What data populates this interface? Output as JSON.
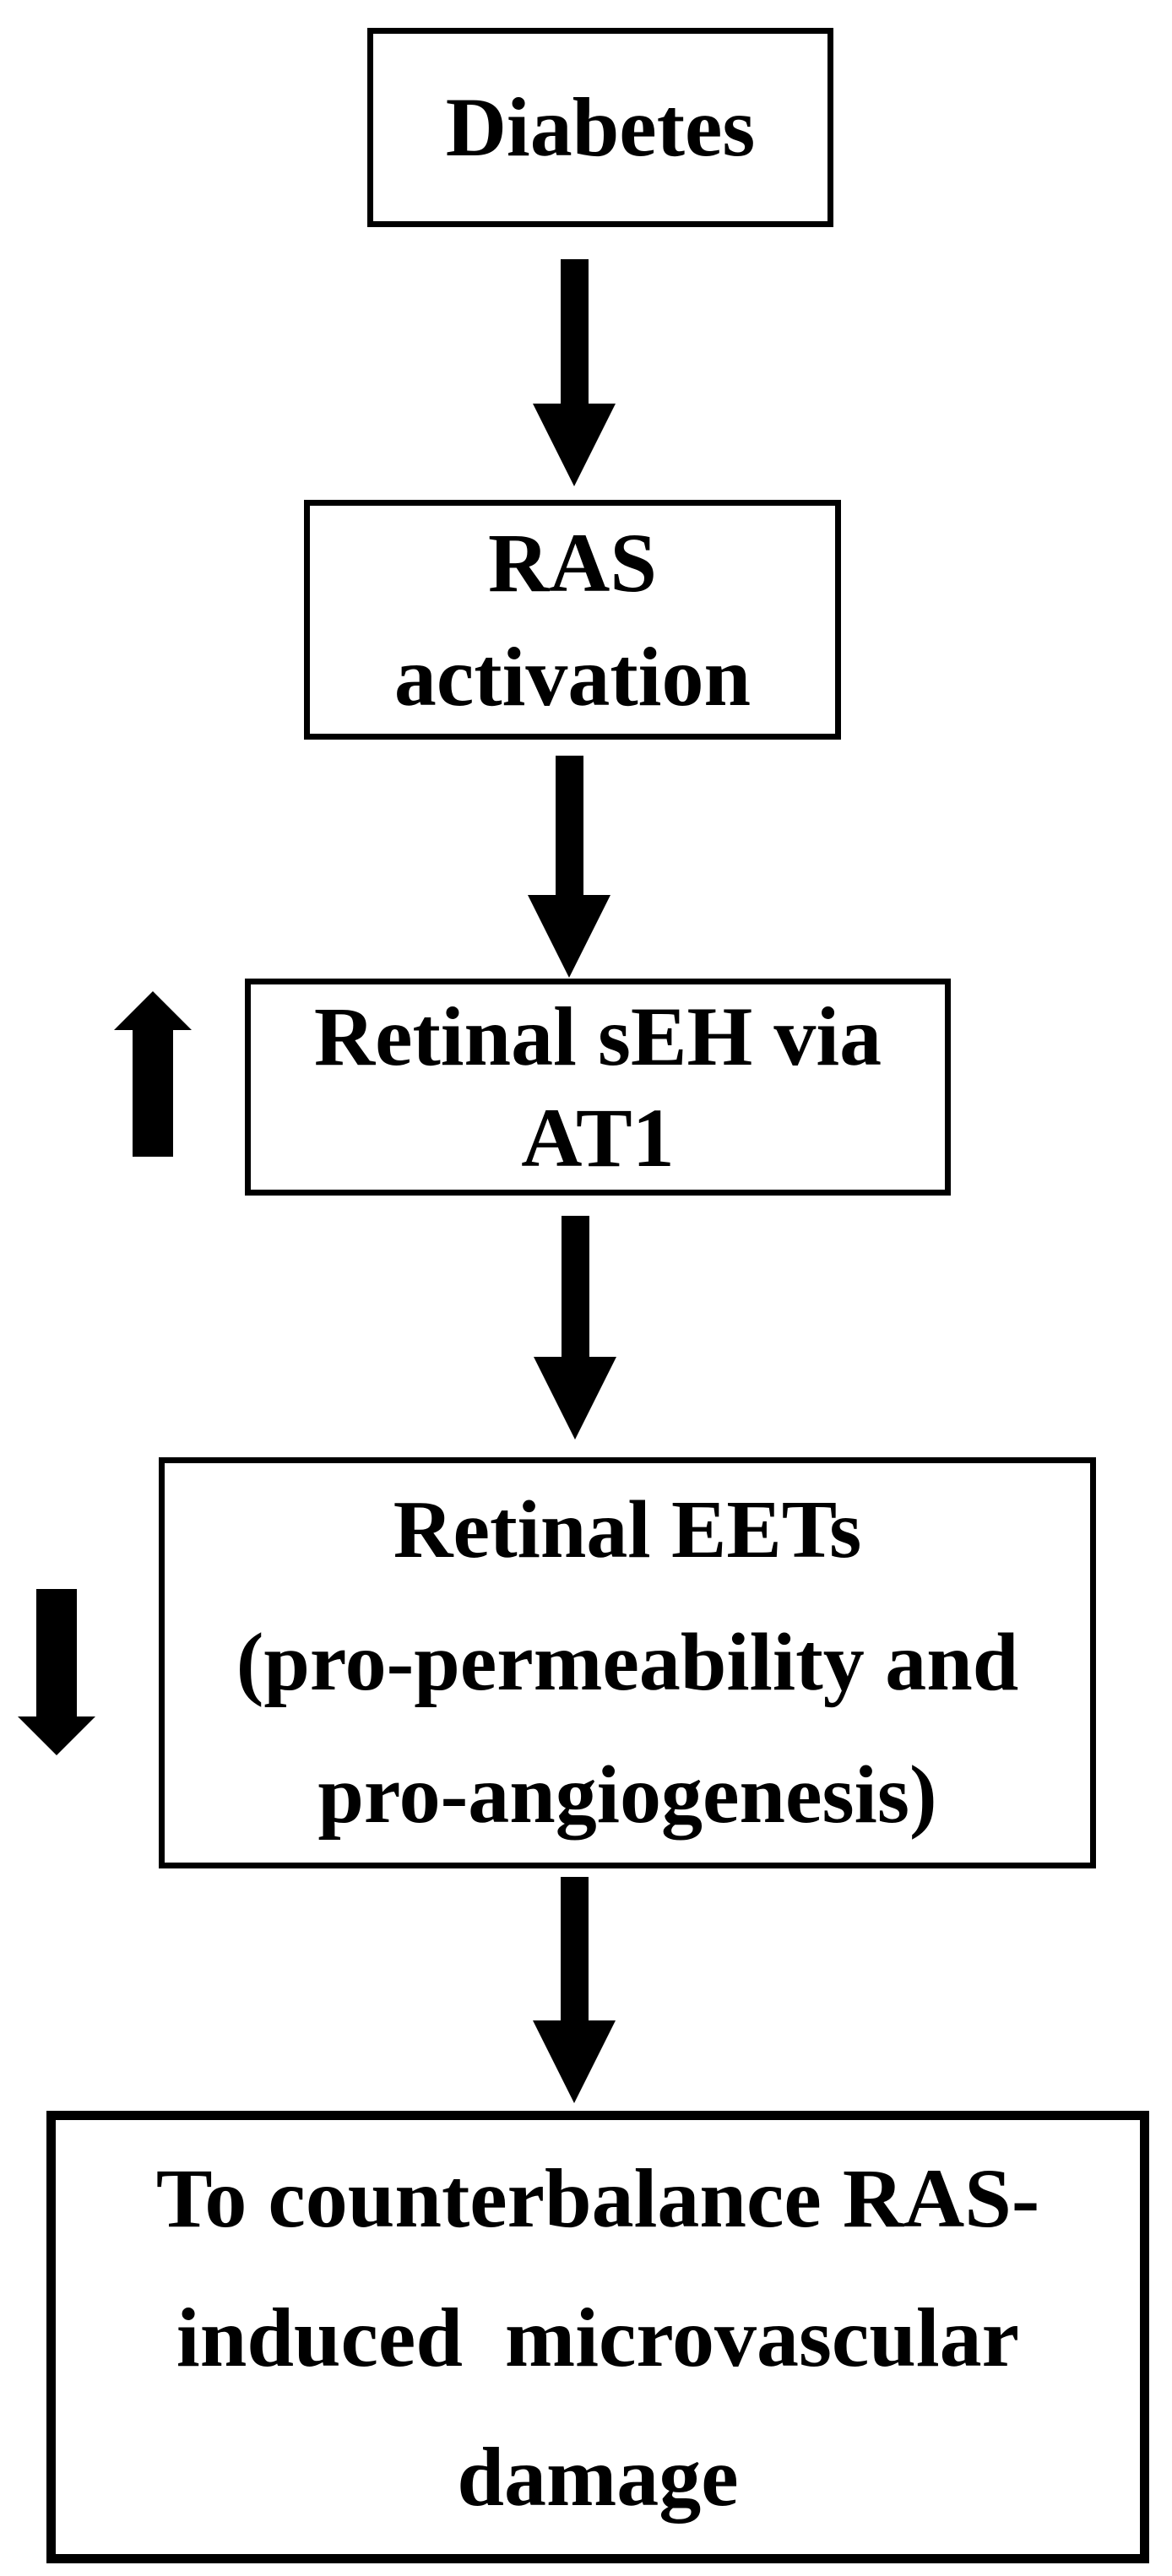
{
  "figure": {
    "type": "flowchart",
    "colors": {
      "ink": "#000000",
      "background": "#ffffff"
    },
    "nodes": [
      {
        "id": "diabetes",
        "lines": [
          "Diabetes"
        ]
      },
      {
        "id": "ras-activation",
        "lines": [
          "RAS",
          "activation"
        ]
      },
      {
        "id": "retinal-seh-at1",
        "lines": [
          "Retinal sEH via",
          "AT1"
        ],
        "side_indicator": "up-arrow"
      },
      {
        "id": "retinal-eets",
        "lines": [
          "Retinal EETs",
          "(pro-permeability and",
          "pro-angiogenesis)"
        ],
        "side_indicator": "down-arrow"
      },
      {
        "id": "counterbalance",
        "lines": [
          "To counterbalance RAS-",
          "induced  microvascular",
          "damage"
        ]
      }
    ],
    "connectors": [
      {
        "from": "diabetes",
        "to": "ras-activation",
        "type": "down-arrow"
      },
      {
        "from": "ras-activation",
        "to": "retinal-seh-at1",
        "type": "down-arrow"
      },
      {
        "from": "retinal-seh-at1",
        "to": "retinal-eets",
        "type": "down-arrow"
      },
      {
        "from": "retinal-eets",
        "to": "counterbalance",
        "type": "down-arrow"
      }
    ],
    "side_indicators": [
      {
        "node": "retinal-seh-at1",
        "direction": "up"
      },
      {
        "node": "retinal-eets",
        "direction": "down"
      }
    ]
  }
}
